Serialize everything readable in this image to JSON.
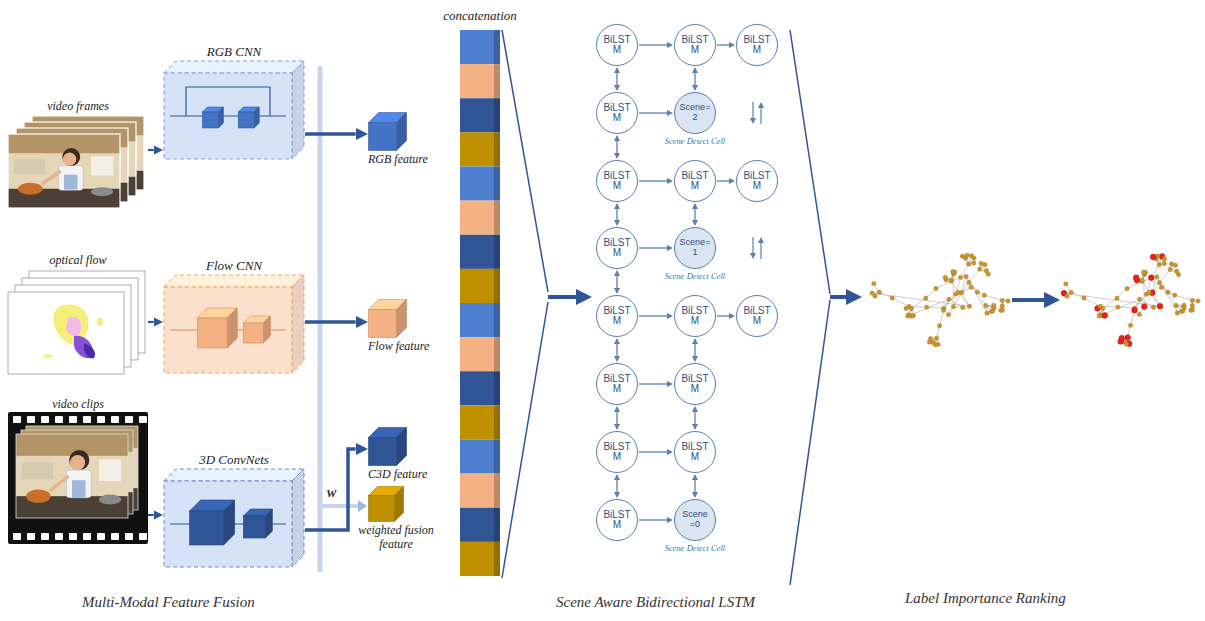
{
  "diagram": {
    "nodes": [
      {
        "text": [
          "video frames"
        ]
      },
      {
        "text": [
          "RGB CNN"
        ]
      },
      {
        "text": [
          "RGB feature"
        ]
      },
      {
        "text": [
          "optical flow"
        ]
      },
      {
        "text": [
          "Flow CNN"
        ]
      },
      {
        "text": [
          "Flow feature"
        ]
      },
      {
        "text": [
          "video clips"
        ]
      },
      {
        "text": [
          "3D ConvNets"
        ]
      },
      {
        "text": [
          "C3D feature"
        ]
      },
      {
        "text": [
          "weighted fusion feature"
        ]
      },
      {
        "text": [
          "concatenation"
        ]
      },
      {
        "text": [
          "BiLSTM"
        ]
      },
      {
        "text": [
          "BiLSTM"
        ]
      },
      {
        "text": [
          "BiLSTM"
        ]
      },
      {
        "text": [
          "BiLSTM"
        ]
      },
      {
        "text": [
          "Scene= 2",
          "Scene Detect Cell"
        ]
      },
      {
        "text": [
          "BiLSTM"
        ]
      },
      {
        "text": [
          "BiLSTM"
        ]
      },
      {
        "text": [
          "BiLSTM"
        ]
      },
      {
        "text": [
          "BiLSTM"
        ]
      },
      {
        "text": [
          "Scene= 1",
          "Scene Detect Cell"
        ]
      },
      {
        "text": [
          "BiLSTM"
        ]
      },
      {
        "text": [
          "BiLSTM"
        ]
      },
      {
        "text": [
          "BiLSTM"
        ]
      },
      {
        "text": [
          "BiLSTM"
        ]
      },
      {
        "text": [
          "BiLSTM"
        ]
      },
      {
        "text": [
          "BiLSTM"
        ]
      },
      {
        "text": [
          "BiLSTM"
        ]
      },
      {
        "text": [
          "BiLSTM"
        ]
      },
      {
        "text": [
          "Scene =0",
          "Scene Detect Cell"
        ]
      }
    ],
    "edges": [
      {
        "from": 0,
        "to": 1,
        "arrow": "to"
      },
      {
        "from": 3,
        "to": 4,
        "arrow": "to"
      },
      {
        "from": 6,
        "to": 7,
        "arrow": "to"
      },
      {
        "from": 1,
        "to": 2,
        "arrow": "to"
      },
      {
        "from": 4,
        "to": 5,
        "arrow": "to"
      },
      {
        "from": 7,
        "to": 8,
        "arrow": "to"
      },
      {
        "from": 11,
        "to": 12,
        "arrow": "to"
      },
      {
        "from": 12,
        "to": 13,
        "arrow": "to"
      },
      {
        "from": 14,
        "to": 15,
        "arrow": "to"
      },
      {
        "from": 16,
        "to": 17,
        "arrow": "to"
      },
      {
        "from": 17,
        "to": 18,
        "arrow": "to"
      },
      {
        "from": 19,
        "to": 20,
        "arrow": "to"
      },
      {
        "from": 21,
        "to": 22,
        "arrow": "to"
      },
      {
        "from": 22,
        "to": 23,
        "arrow": "to"
      },
      {
        "from": 24,
        "to": 25,
        "arrow": "to"
      },
      {
        "from": 26,
        "to": 27,
        "arrow": "to"
      },
      {
        "from": 28,
        "to": 29,
        "arrow": "to"
      },
      {
        "from": 11,
        "to": 14,
        "arrow": "both"
      },
      {
        "from": 14,
        "to": 16,
        "arrow": "both"
      },
      {
        "from": 16,
        "to": 19,
        "arrow": "both"
      },
      {
        "from": 19,
        "to": 21,
        "arrow": "both"
      },
      {
        "from": 21,
        "to": 24,
        "arrow": "both"
      },
      {
        "from": 24,
        "to": 26,
        "arrow": "both"
      },
      {
        "from": 26,
        "to": 28,
        "arrow": "both"
      },
      {
        "from": 12,
        "to": 15,
        "arrow": "both"
      },
      {
        "from": 17,
        "to": 20,
        "arrow": "both"
      },
      {
        "from": 22,
        "to": 25,
        "arrow": "both"
      },
      {
        "from": 25,
        "to": 27,
        "arrow": "both"
      },
      {
        "from": 27,
        "to": 29,
        "arrow": "both"
      }
    ],
    "labels": [
      "w",
      "Multi-Modal Feature Fusion",
      "Scene Aware Bidirectional LSTM",
      "Label Importance Ranking"
    ]
  }
}
